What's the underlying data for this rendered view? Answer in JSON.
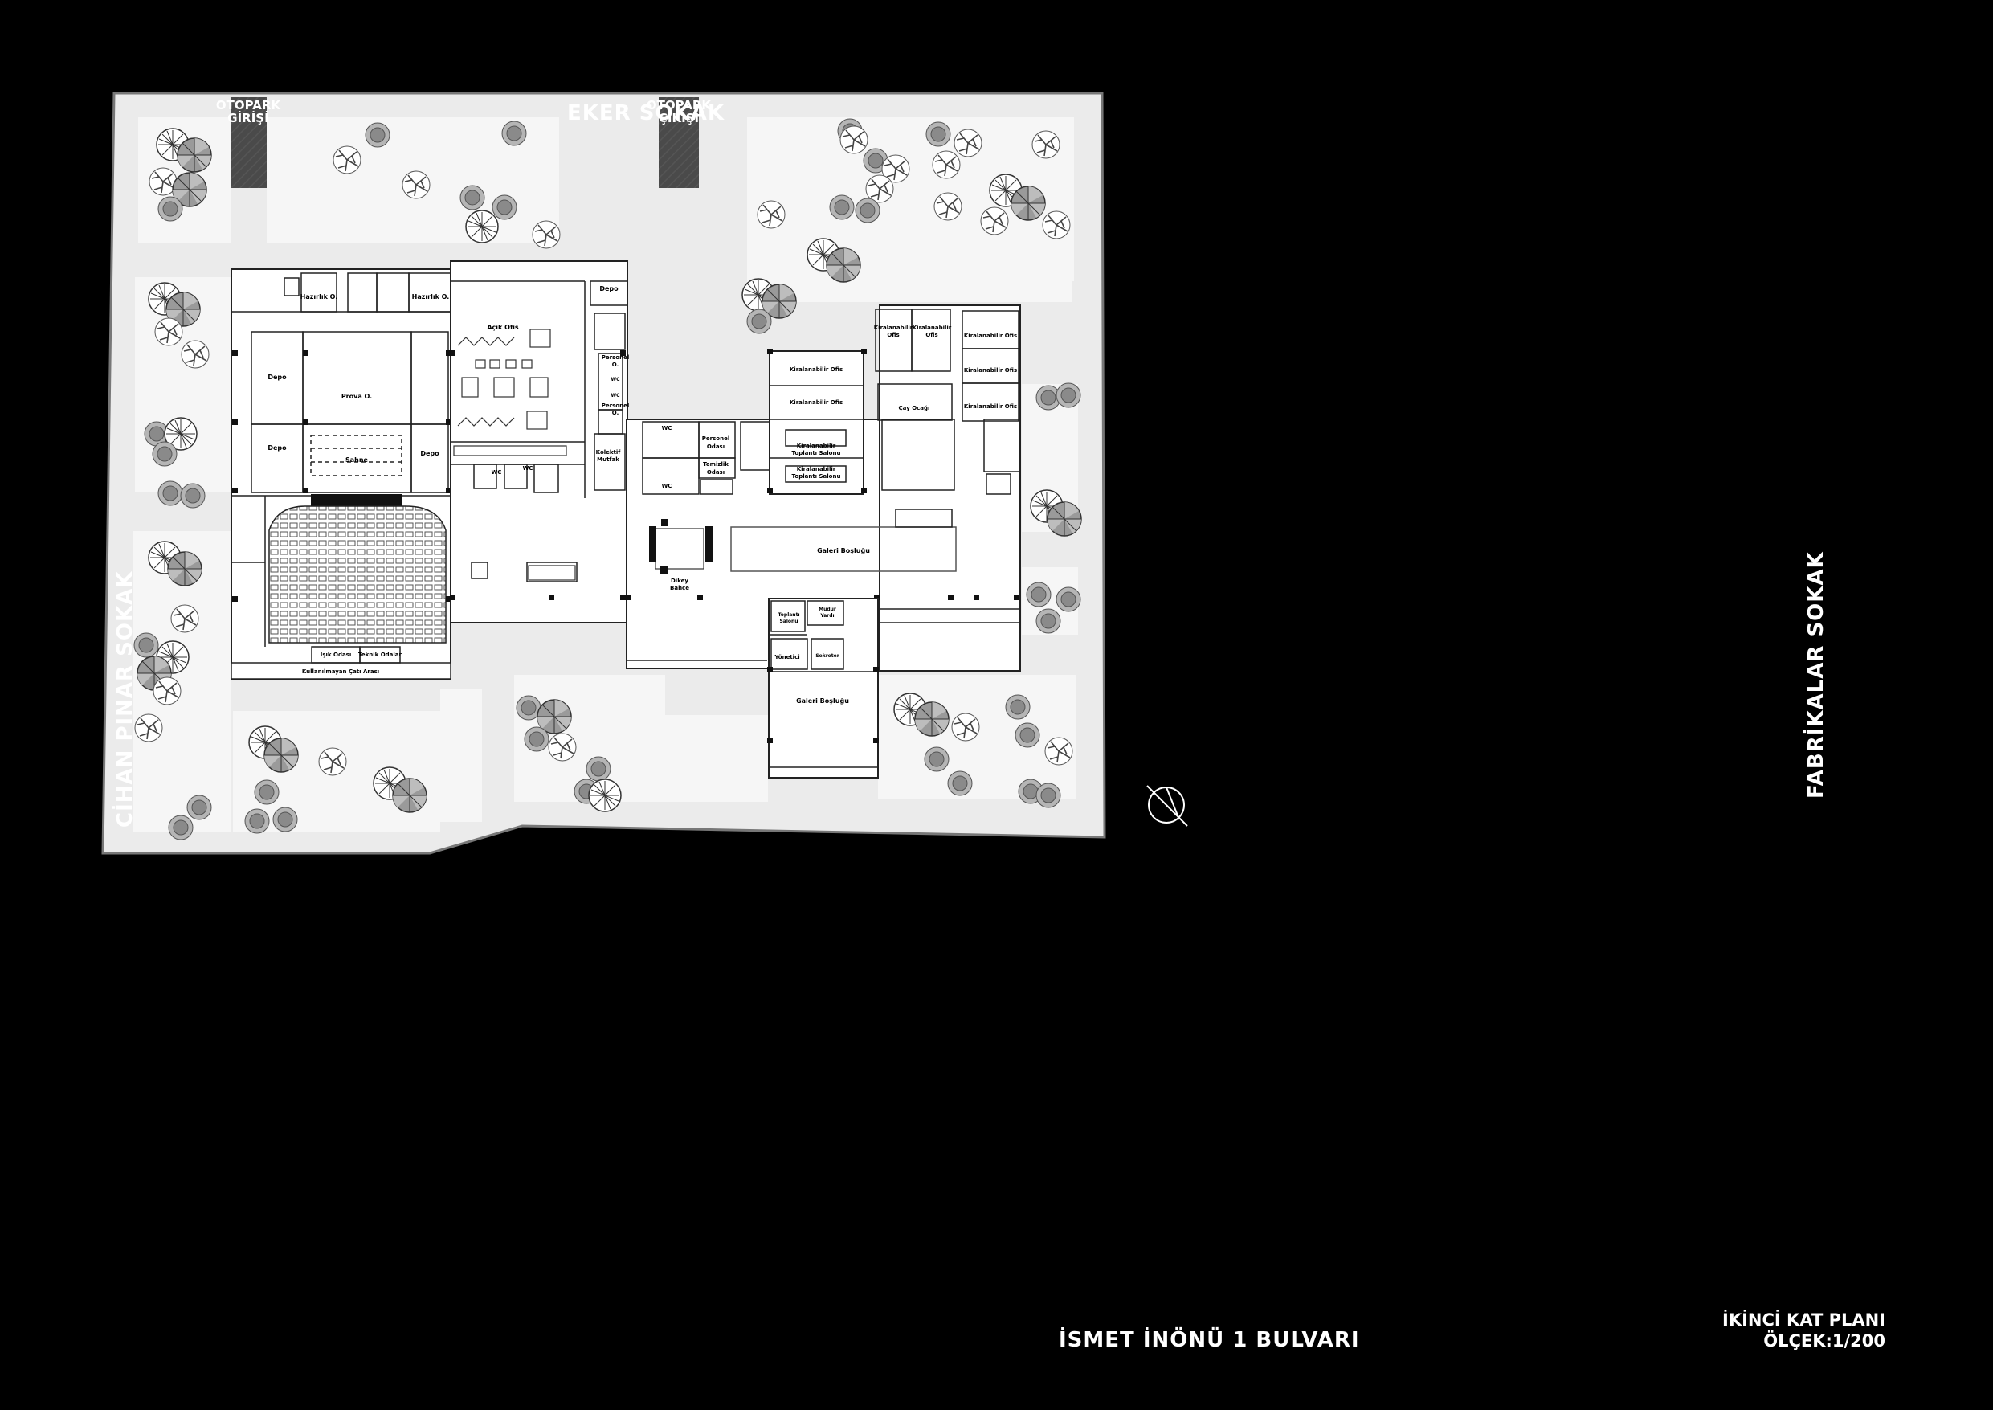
{
  "streets": {
    "north": "EKER SOKAK",
    "west": "CİHAN PINAR SOKAK",
    "east": "FABRİKALAR SOKAK",
    "south": "İSMET İNÖNÜ 1 BULVARI"
  },
  "parking": {
    "entry_line1": "OTOPARK",
    "entry_line2": "GİRİŞİ",
    "exit_line1": "OTOPARK",
    "exit_line2": "ÇIKIŞI"
  },
  "rooms": {
    "hazirlik_1": "Hazırlık O.",
    "hazirlik_2": "Hazırlık O.",
    "depo_left_top": "Depo",
    "prova": "Prova O.",
    "depo_left_bottom": "Depo",
    "depo_right": "Depo",
    "sahne": "Sahne",
    "isik": "Işık Odası",
    "teknik": "Teknik Odalar",
    "kullanilmayan": "Kullanılmayan Çatı Arası",
    "acik_ofis": "Açık Ofis",
    "wc_1": "WC",
    "wc_2": "WC",
    "depo_mid": "Depo",
    "personel_1": "Personel",
    "personel_1b": "O.",
    "wc_3": "WC",
    "wc_4": "WC",
    "personel_2": "Personel",
    "personel_2b": "O.",
    "kolektif": "Kolektif",
    "kolektif_b": "Mutfak",
    "wc_5": "WC",
    "wc_6": "WC",
    "personel_odasi": "Personel",
    "personel_odasi_b": "Odası",
    "temizlik": "Temizlik",
    "temizlik_b": "Odası",
    "dikey": "Dikey",
    "dikey_b": "Bahçe",
    "kira_1": "Kiralanabilir Ofis",
    "kira_2": "Kiralanabilir Ofis",
    "toplanti_1": "Kiralanabilir",
    "toplanti_1b": "Toplantı Salonu",
    "toplanti_2": "Kiralanabilir",
    "toplanti_2b": "Toplantı Salonu",
    "kira_3": "Kiralanabilir",
    "kira_3b": "Ofis",
    "kira_4": "Kiralanabilir",
    "kira_4b": "Ofis",
    "kira_5": "Kiralanabilir Ofis",
    "kira_6": "Kiralanabilir Ofis",
    "kira_7": "Kiralanabilir Ofis",
    "cay": "Çay Ocağı",
    "galeri_1": "Galeri Boşluğu",
    "galeri_2": "Galeri Boşluğu",
    "toplanti_salonu": "Toplantı",
    "toplanti_salonu_b": "Salonu",
    "mudur": "Müdür",
    "mudur_b": "Yardı",
    "yonetici": "Yönetici",
    "sekreter": "Sekreter"
  },
  "title": {
    "line1": "İKİNCİ KAT PLANI",
    "line2": "ÖLÇEK:1/200"
  },
  "icons": {
    "north_arrow": "north-arrow-icon"
  },
  "colors": {
    "background": "#000000",
    "site": "#e8e8e8",
    "paving": "#d4d4d4",
    "green": "#f4f4f4",
    "building": "#ffffff",
    "parking": "#444444"
  }
}
